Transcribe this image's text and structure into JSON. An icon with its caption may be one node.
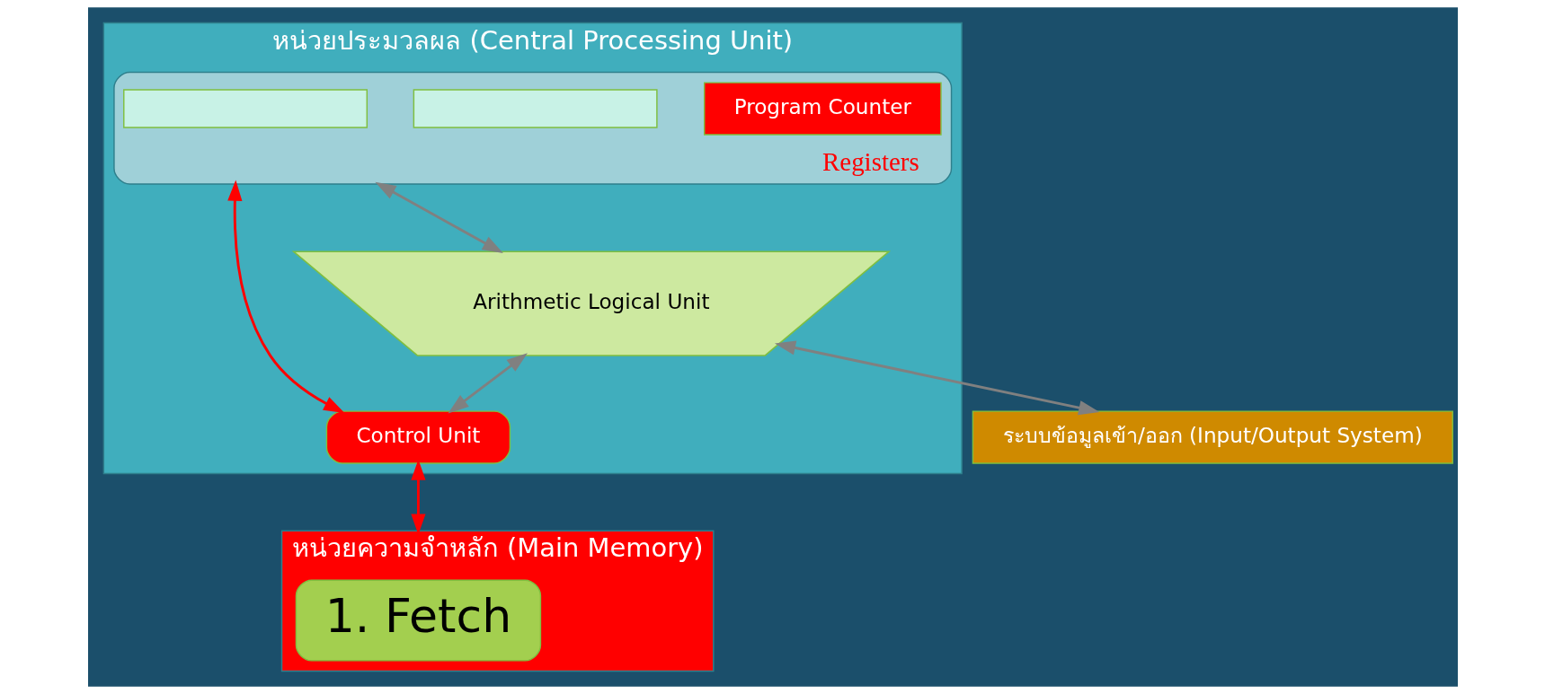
{
  "diagram": {
    "nodes": [
      {
        "text": [
          "หน่วยประมวลผล (Central Processing Unit)"
        ]
      },
      {
        "text": [
          "Registers"
        ],
        "in": 0
      },
      {
        "text": [
          "Program Counter"
        ],
        "in": 1
      },
      {
        "text": [],
        "shape": "box",
        "in": 1
      },
      {
        "text": [],
        "shape": "box",
        "in": 1
      },
      {
        "text": [
          "Arithmetic Logical Unit"
        ],
        "in": 0
      },
      {
        "text": [
          "Control Unit"
        ],
        "in": 0
      },
      {
        "text": [
          "ระบบข้อมูลเข้า/ออก (Input/Output System)"
        ]
      },
      {
        "text": [
          "หน่วยความจำหลัก (Main Memory)"
        ]
      },
      {
        "text": [
          "1. Fetch"
        ],
        "in": 8
      }
    ],
    "edges": [
      {
        "from": 1,
        "to": 5,
        "arrow": "both"
      },
      {
        "from": 1,
        "to": 6,
        "arrow": "both",
        "color": "#ff0000"
      },
      {
        "from": 5,
        "to": 6,
        "arrow": "both"
      },
      {
        "from": 6,
        "to": 8,
        "arrow": "both",
        "color": "#ff0000"
      },
      {
        "from": 5,
        "to": 7,
        "arrow": "both"
      }
    ]
  }
}
